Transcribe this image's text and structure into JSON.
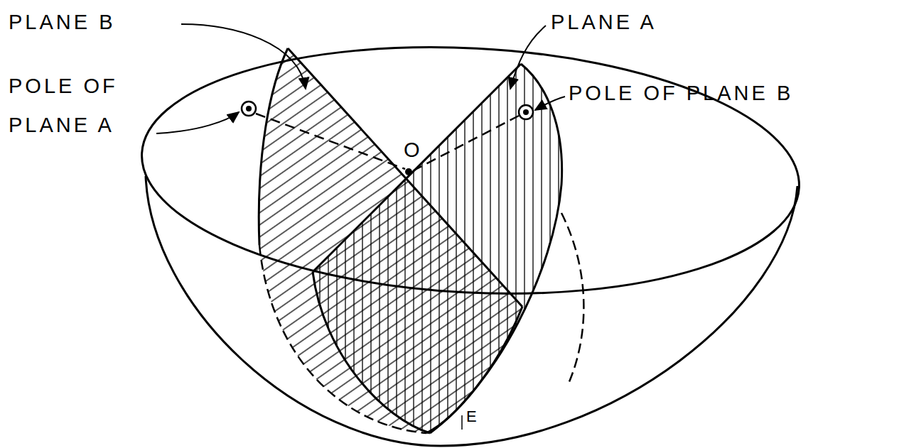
{
  "diagram": {
    "labels": [
      "PLANE B",
      "PLANE A",
      "POLE OF PLANE A",
      "POLE OF PLANE B",
      "O",
      "E"
    ]
  }
}
